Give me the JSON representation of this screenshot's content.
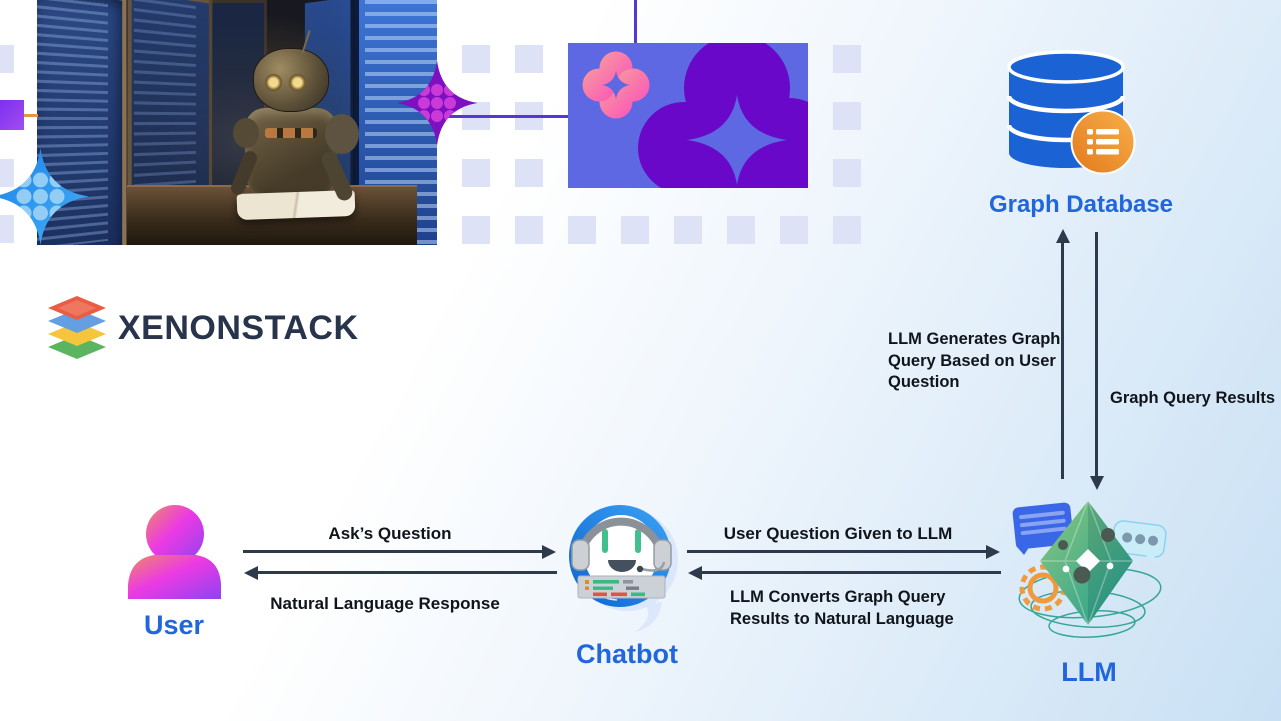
{
  "brand": {
    "logo_text": "XENONSTACK"
  },
  "nodes": {
    "graph_database": {
      "label": "Graph Database",
      "icon": "database-icon"
    },
    "llm": {
      "label": "LLM",
      "icon": "llm-gem-icon"
    },
    "chatbot": {
      "label": "Chatbot",
      "icon": "chatbot-icon"
    },
    "user": {
      "label": "User",
      "icon": "user-icon"
    }
  },
  "edges": {
    "user_to_chatbot": "Ask’s Question",
    "chatbot_to_user": "Natural Language Response",
    "chatbot_to_llm": "User Question Given to LLM",
    "llm_to_chatbot": "LLM Converts Graph Query Results to Natural Language",
    "llm_to_graph_database": "LLM Generates Graph Query Based on User Question",
    "graph_database_to_llm": "Graph Query Results"
  },
  "colors": {
    "node_label_blue": "#2166dd",
    "arrow_dark": "#2e3a4b",
    "edge_label_text": "#10141b",
    "banner_rect_blue": "#5d68e2",
    "cloud_purple": "#6908c8",
    "clover_pink_start": "#f79a9e",
    "clover_pink_end": "#fb55b8",
    "sparkle_purple": "#7d10c0",
    "sparkle_blue": "#1b82e8",
    "database_blue": "#1b63d4",
    "badge_orange": "#f0922c",
    "gem_green_start": "#8ac77c",
    "gem_green_end": "#1f9d92",
    "user_gradient": [
      "#f08a64",
      "#ec3ae3",
      "#8f42f2"
    ],
    "logo_layers": [
      "#e8553c",
      "#5b9ae0",
      "#f5c332",
      "#53b157"
    ],
    "grid_square": "#dde2f7",
    "background_end": "#c8e0f4"
  }
}
